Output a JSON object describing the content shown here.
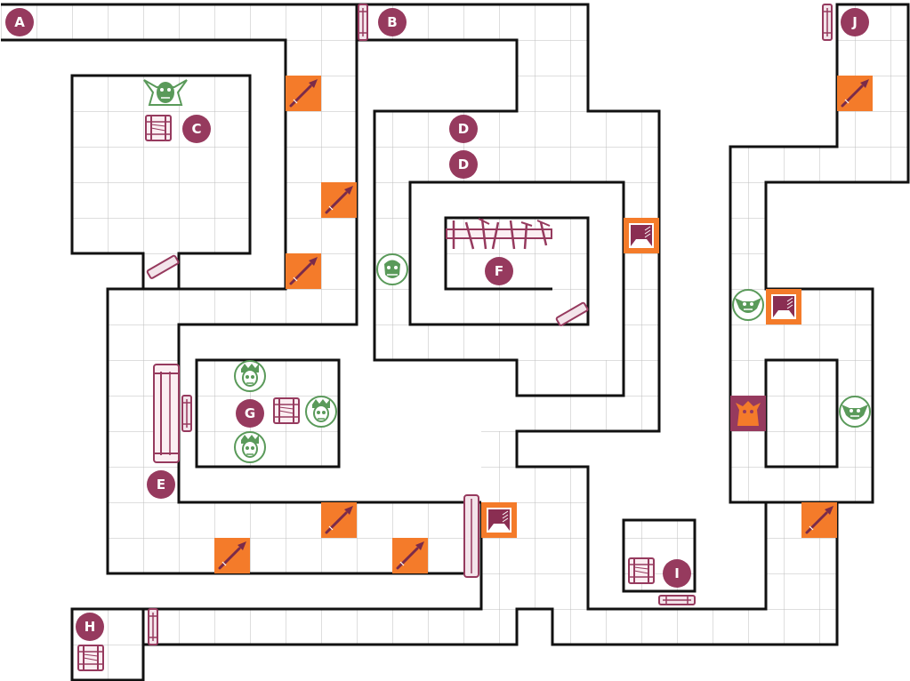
{
  "labels": {
    "A": "A",
    "B": "B",
    "C": "C",
    "D1": "D",
    "D2": "D",
    "E": "E",
    "F": "F",
    "G": "G",
    "H": "H",
    "I": "I",
    "J": "J"
  },
  "colors": {
    "wall": "#111111",
    "grid": "#b9b9b9",
    "floor": "#ffffff",
    "trap": "#f47b2a",
    "marker": "#963a5e",
    "monster": "#5a9a5a",
    "furniture": "#9a3b5e"
  },
  "icons": {
    "trap": "spear-trap-icon",
    "pit": "pit-trap-icon",
    "door": "door-icon",
    "chest": "treasure-chest-icon",
    "orc": "orc-icon",
    "skeleton": "skeleton-icon",
    "goblin": "goblin-icon",
    "boss": "chaos-warlord-icon",
    "rack": "weapon-rack-icon",
    "throne": "throne-icon"
  }
}
